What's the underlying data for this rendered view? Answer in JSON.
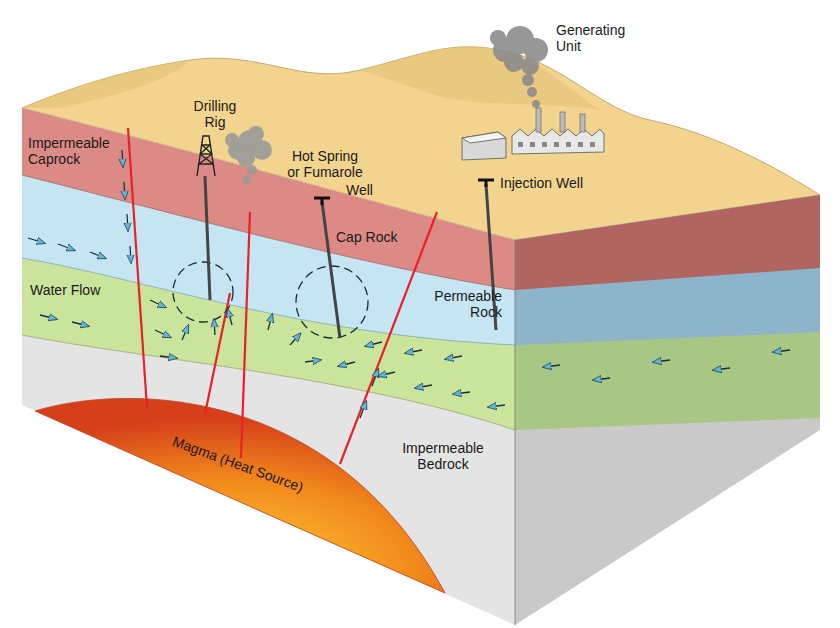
{
  "diagram": {
    "labels": [
      "Drilling Rig",
      "Generating Unit",
      "Hot Spring or Fumarole",
      "Well",
      "Injection Well",
      "Impermeable Caprock",
      "Cap Rock",
      "Water Flow",
      "Permeable Rock",
      "Magma (Heat Source)",
      "Impermeable Bedrock"
    ]
  }
}
